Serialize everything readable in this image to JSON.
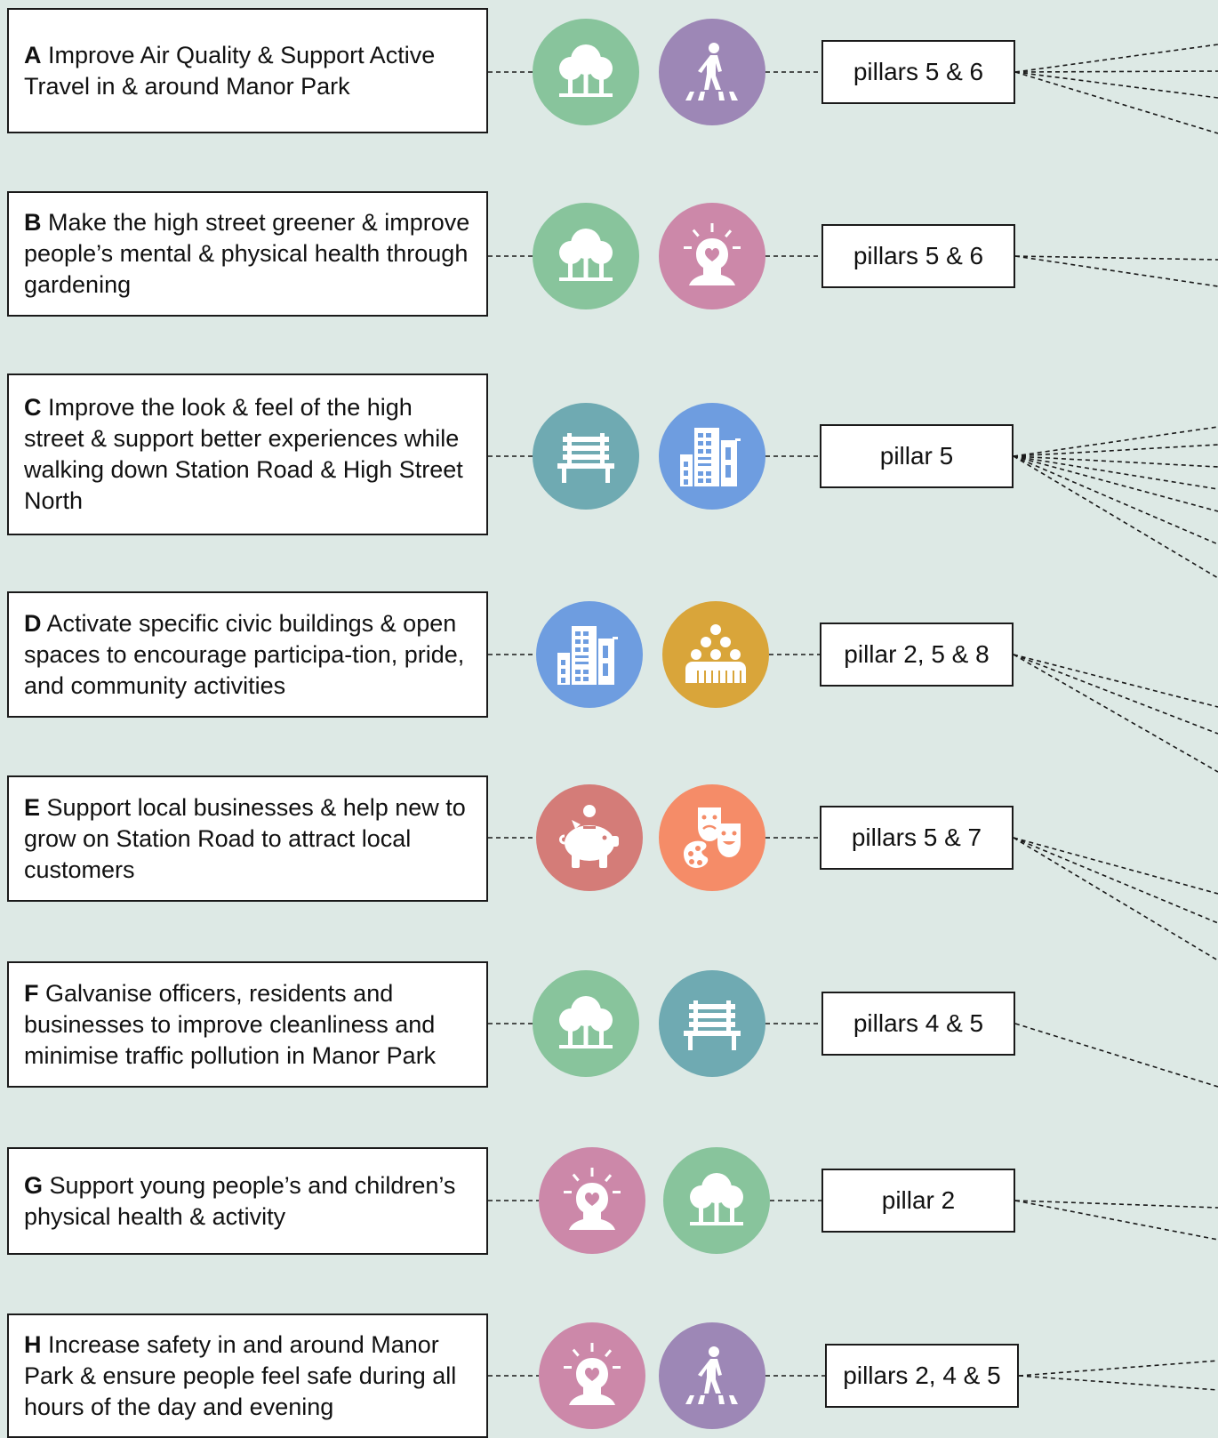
{
  "rows": [
    {
      "letter": "A",
      "text": "Improve Air Quality & Support Active Travel in & around Manor Park",
      "pillar": "pillars 5 & 6",
      "icons": [
        "trees-icon",
        "pedestrian-crossing-icon"
      ]
    },
    {
      "letter": "B",
      "text": "Make the high street greener & improve people’s mental & physical health through gardening",
      "pillar": "pillars 5 & 6",
      "icons": [
        "trees-icon",
        "wellbeing-head-icon"
      ]
    },
    {
      "letter": "C",
      "text": "Improve the look & feel of the high street & support better experiences while walking down Station Road & High Street North",
      "pillar": "pillar 5",
      "icons": [
        "bench-icon",
        "civic-buildings-icon"
      ]
    },
    {
      "letter": "D",
      "text": "Activate specific civic buildings & open spaces to encourage participa-tion, pride, and community activities",
      "pillar": "pillar 2, 5 & 8",
      "icons": [
        "civic-buildings-icon",
        "community-group-icon"
      ]
    },
    {
      "letter": "E",
      "text": "Support local businesses & help new to grow on Station Road to attract local customers",
      "pillar": "pillars 5 & 7",
      "icons": [
        "piggy-bank-icon",
        "arts-culture-icon"
      ]
    },
    {
      "letter": "F",
      "text": "Galvanise officers, residents and businesses to improve cleanliness and minimise traffic pollution in Manor Park",
      "pillar": "pillars 4 & 5",
      "icons": [
        "trees-icon",
        "bench-icon"
      ]
    },
    {
      "letter": "G",
      "text": "Support young people’s and children’s physical health & activity",
      "pillar": "pillar 2",
      "icons": [
        "wellbeing-head-icon",
        "trees-icon"
      ]
    },
    {
      "letter": "H",
      "text": "Increase safety in and around Manor Park & ensure people feel safe during all hours of the day and evening",
      "pillar": "pillars 2, 4 & 5",
      "icons": [
        "wellbeing-head-icon",
        "pedestrian-crossing-icon"
      ]
    }
  ],
  "icon_colors": {
    "trees-icon": "#88c49c",
    "pedestrian-crossing-icon": "#9d87b6",
    "wellbeing-head-icon": "#cc88a9",
    "bench-icon": "#6faab2",
    "civic-buildings-icon": "#6e9de0",
    "community-group-icon": "#d9a53a",
    "piggy-bank-icon": "#d47c78",
    "arts-culture-icon": "#f58c68"
  }
}
